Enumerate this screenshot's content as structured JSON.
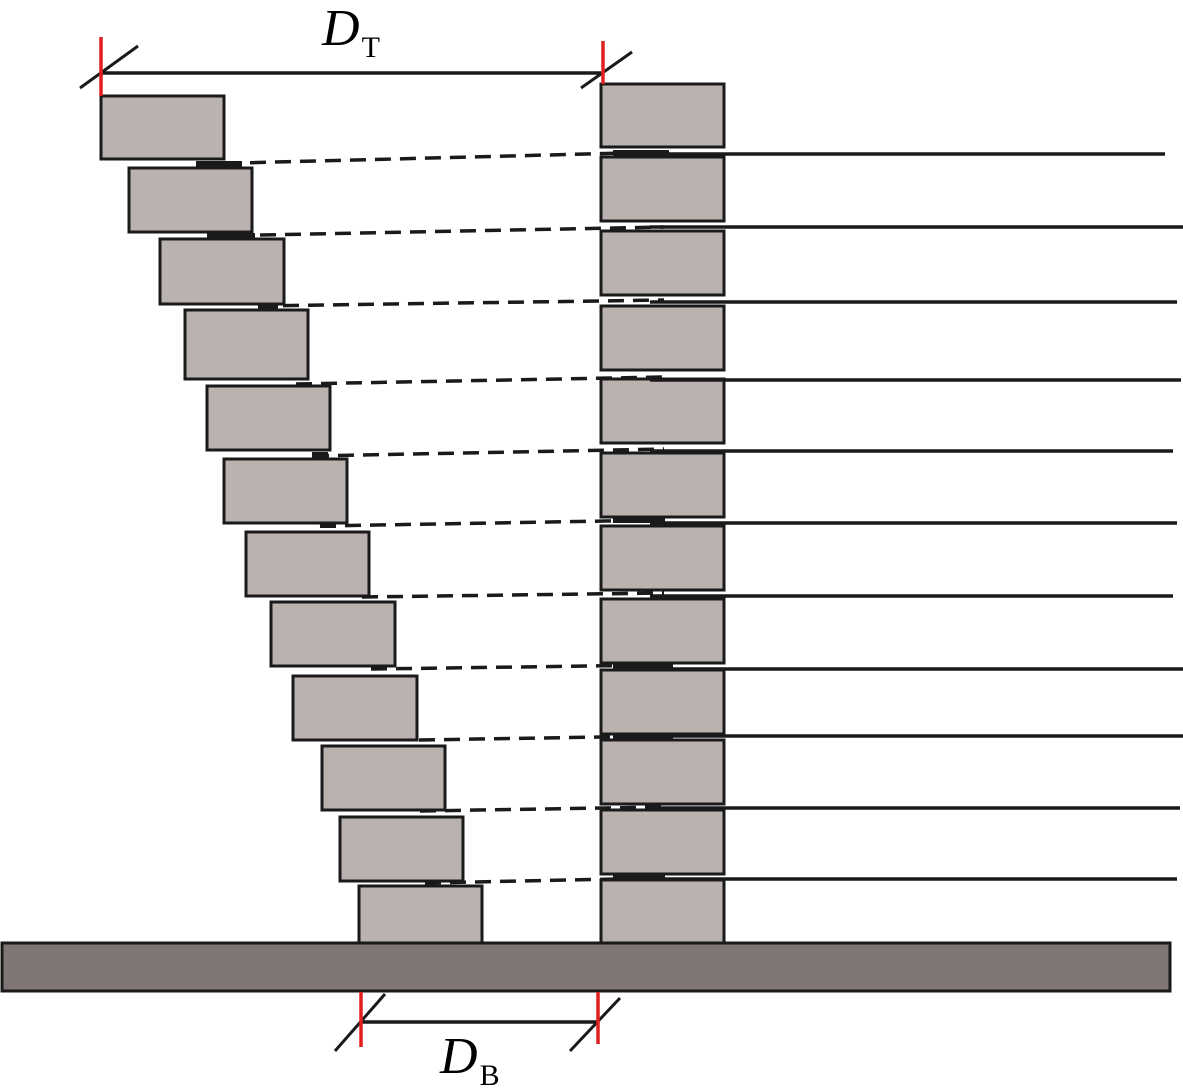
{
  "diagram": {
    "top_dimension": {
      "symbol": "D",
      "subscript": "T"
    },
    "bottom_dimension": {
      "symbol": "D",
      "subscript": "B"
    },
    "colors": {
      "block_fill": "#bab2ae",
      "base_fill": "#807675",
      "line": "#1a1a1a",
      "marker": "#e02020"
    },
    "left_column_block_count": 12,
    "right_column_block_count": 12,
    "tie_line_count": 11
  }
}
